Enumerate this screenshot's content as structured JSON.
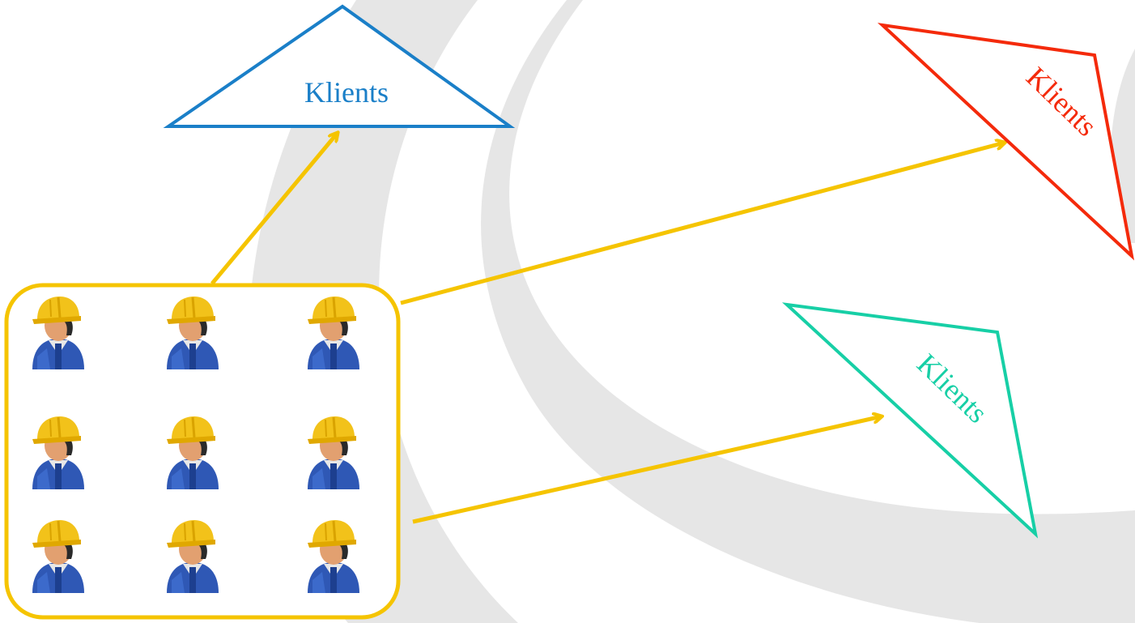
{
  "colors": {
    "background": "#ffffff",
    "swoosh": "#e6e6e6",
    "workers_box": "#f5c400",
    "arrow": "#f5c400",
    "triangle_blue": "#1a7fc8",
    "triangle_red": "#f42a0b",
    "triangle_teal": "#17cfa6",
    "hat": "#f2c21a",
    "skin": "#e2a070",
    "hair": "#2a2a2a",
    "uniform": "#2f58b5"
  },
  "clients": [
    {
      "label": "Klients",
      "color": "#1a7fc8"
    },
    {
      "label": "Klients",
      "color": "#f42a0b"
    },
    {
      "label": "Klients",
      "color": "#17cfa6"
    }
  ],
  "workers": {
    "count": 9,
    "icon": "construction-worker-icon"
  }
}
